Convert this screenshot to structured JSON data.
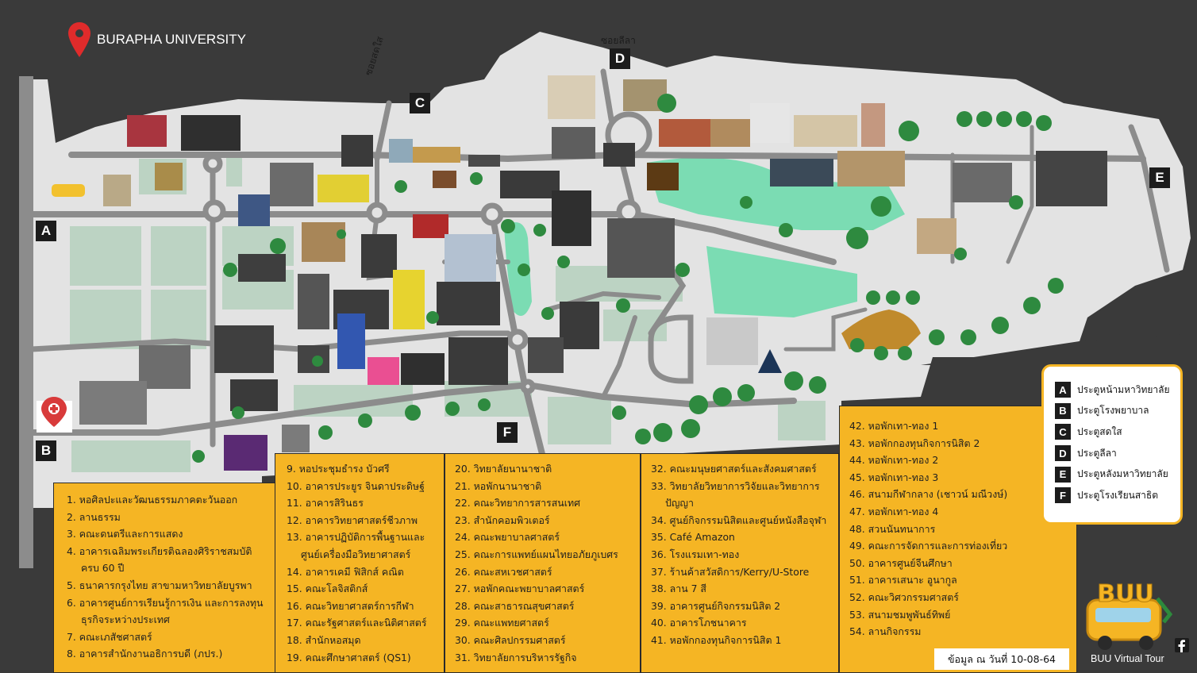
{
  "header": {
    "title": "BURAPHA UNIVERSITY",
    "pin_icon": "map-pin-icon",
    "pin_color": "#e02b2b"
  },
  "streets": {
    "c": "ซอยสดใส",
    "d": "ซอยลีลา"
  },
  "gates": {
    "a": "A",
    "b": "B",
    "c": "C",
    "d": "D",
    "e": "E",
    "f": "F"
  },
  "colors": {
    "background": "#3a3a3a",
    "campus": "#e3e3e3",
    "road": "#8c8c8c",
    "green_zone": "#bcd3c3",
    "pond": "#7bdcb3",
    "panel": "#f5b524"
  },
  "places": {
    "col1": [
      "1. หอศิลปะและวัฒนธรรมภาคตะวันออก",
      "2. ลานธรรม",
      "3. คณะดนตรีและการแสดง",
      "4. อาคารเฉลิมพระเกียรติฉลองศิริราชสมบัติ ครบ 60 ปี",
      "5. ธนาคารกรุงไทย สาขามหาวิทยาลัยบูรพา",
      "6. อาคารศูนย์การเรียนรู้การเงิน และการลงทุนธุรกิจระหว่างประเทศ",
      "7. คณะเภสัชศาสตร์",
      "8. อาคารสำนักงานอธิการบดี (ภปร.)"
    ],
    "col2": [
      "9. หอประชุมธำรง บัวศรี",
      "10. อาคารประยูร จินดาประดิษฐ์",
      "11. อาคารสิรินธร",
      "12. อาคารวิทยาศาสตร์ชีวภาพ",
      "13. อาคารปฏิบัติการพื้นฐานและศูนย์เครื่องมือวิทยาศาสตร์",
      "14. อาคารเคมี ฟิสิกส์ คณิต",
      "15. คณะโลจิสติกส์",
      "16. คณะวิทยาศาสตร์การกีฬา",
      "17. คณะรัฐศาสตร์และนิติศาสตร์",
      "18. สำนักหอสมุด",
      "19. คณะศึกษาศาสตร์ (QS1)"
    ],
    "col3": [
      "20. วิทยาลัยนานาชาติ",
      "21. หอพักนานาชาติ",
      "22. คณะวิทยาการสารสนเทศ",
      "23. สำนักคอมพิวเตอร์",
      "24. คณะพยาบาลศาสตร์",
      "25. คณะการแพทย์แผนไทยอภัยภูเบศร",
      "26. คณะสหเวชศาสตร์",
      "27. หอพักคณะพยาบาลศาสตร์",
      "28. คณะสาธารณสุขศาสตร์",
      "29. คณะแพทยศาสตร์",
      "30. คณะศิลปกรรมศาสตร์",
      "31. วิทยาลัยการบริหารรัฐกิจ"
    ],
    "col4": [
      "32. คณะมนุษยศาสตร์และสังคมศาสตร์",
      "33. วิทยาลัยวิทยาการวิจัยและวิทยาการปัญญา",
      "34. ศูนย์กิจกรรมนิสิตและศูนย์หนังสือจุฬา",
      "35. Café Amazon",
      "36. โรงแรมเทา-ทอง",
      "37. ร้านค้าสวัสดิการ/Kerry/U-Store",
      "38. ลาน 7 สี",
      "39. อาคารศูนย์กิจกรรมนิสิต 2",
      "40. อาคารโภชนาคาร",
      "41. หอพักกองทุนกิจการนิสิต 1"
    ],
    "col5": [
      "42. หอพักเทา-ทอง 1",
      "43. หอพักกองทุนกิจการนิสิต 2",
      "44. หอพักเทา-ทอง 2",
      "45. หอพักเทา-ทอง 3",
      "46. สนามกีฬากลาง (เชาวน์ มณีวงษ์)",
      "47. หอพักเทา-ทอง 4",
      "48. สวนนันทนาการ",
      "49. คณะการจัดการและการท่องเที่ยว",
      "50. อาคารศูนย์จีนศึกษา",
      "51. อาคารเสนาะ อูนากูล",
      "52. คณะวิศวกรรมศาสตร์",
      "53. สนามชมพูพันธ์ทิพย์",
      "54. ลานกิจกรรม"
    ]
  },
  "legend": [
    {
      "gate": "A",
      "label": "ประตูหน้ามหาวิทยาลัย"
    },
    {
      "gate": "B",
      "label": "ประตูโรงพยาบาล"
    },
    {
      "gate": "C",
      "label": "ประตูสดใส"
    },
    {
      "gate": "D",
      "label": "ประตูลีลา"
    },
    {
      "gate": "E",
      "label": "ประตูหลังมหาวิทยาลัย"
    },
    {
      "gate": "F",
      "label": "ประตูโรงเรียนสาธิต"
    }
  ],
  "footer": {
    "date_note": "ข้อมูล ณ วันที่ 10-08-64",
    "brand_logo": "BUU",
    "brand_caption": "BUU Virtual Tour",
    "facebook_icon": "facebook-icon"
  }
}
